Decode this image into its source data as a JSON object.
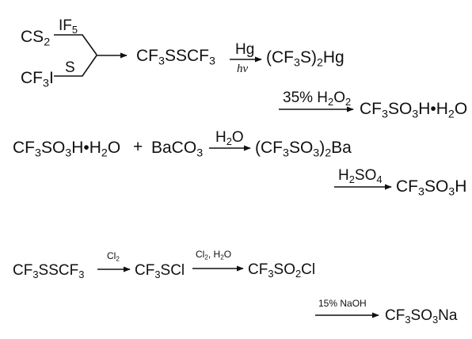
{
  "scheme1": {
    "cs2": [
      "CS",
      "2"
    ],
    "cf3i": [
      "CF",
      "3",
      "I"
    ],
    "reagent_if5": [
      "IF",
      "5"
    ],
    "reagent_s": "S",
    "product_disulfide": [
      "CF",
      "3",
      "SSCF",
      "3"
    ],
    "reagent_hg": "Hg",
    "reagent_hv": "hν",
    "product_mercury": [
      "(CF",
      "3",
      "S)",
      "2",
      "Hg"
    ],
    "reagent_h2o2": [
      "35% H",
      "2",
      "O",
      "2"
    ],
    "product_acid_hydrate": [
      "CF",
      "3",
      "SO",
      "3",
      "H•H",
      "2",
      "O"
    ]
  },
  "scheme2": {
    "reactant_acid_hydrate": [
      "CF",
      "3",
      "SO",
      "3",
      "H•H",
      "2",
      "O"
    ],
    "plus": "+",
    "reactant_baco3": [
      "BaCO",
      "3"
    ],
    "reagent_h2o": [
      "H",
      "2",
      "O"
    ],
    "product_ba_salt": [
      "(CF",
      "3",
      "SO",
      "3",
      ")",
      "2",
      "Ba"
    ],
    "reagent_h2so4": [
      "H",
      "2",
      "SO",
      "4"
    ],
    "product_triflic_acid": [
      "CF",
      "3",
      "SO",
      "3",
      "H"
    ]
  },
  "scheme3": {
    "reactant_disulfide": [
      "CF",
      "3",
      "SSCF",
      "3"
    ],
    "reagent_cl2": [
      "Cl",
      "2"
    ],
    "intermediate_scl": [
      "CF",
      "3",
      "SCl"
    ],
    "reagent_cl2_h2o": [
      "Cl",
      "2",
      ", H",
      "2",
      "O"
    ],
    "product_so2cl": [
      "CF",
      "3",
      "SO",
      "2",
      "Cl"
    ],
    "reagent_naoh": "15% NaOH",
    "product_sodium_salt": [
      "CF",
      "3",
      "SO",
      "3",
      "Na"
    ]
  }
}
